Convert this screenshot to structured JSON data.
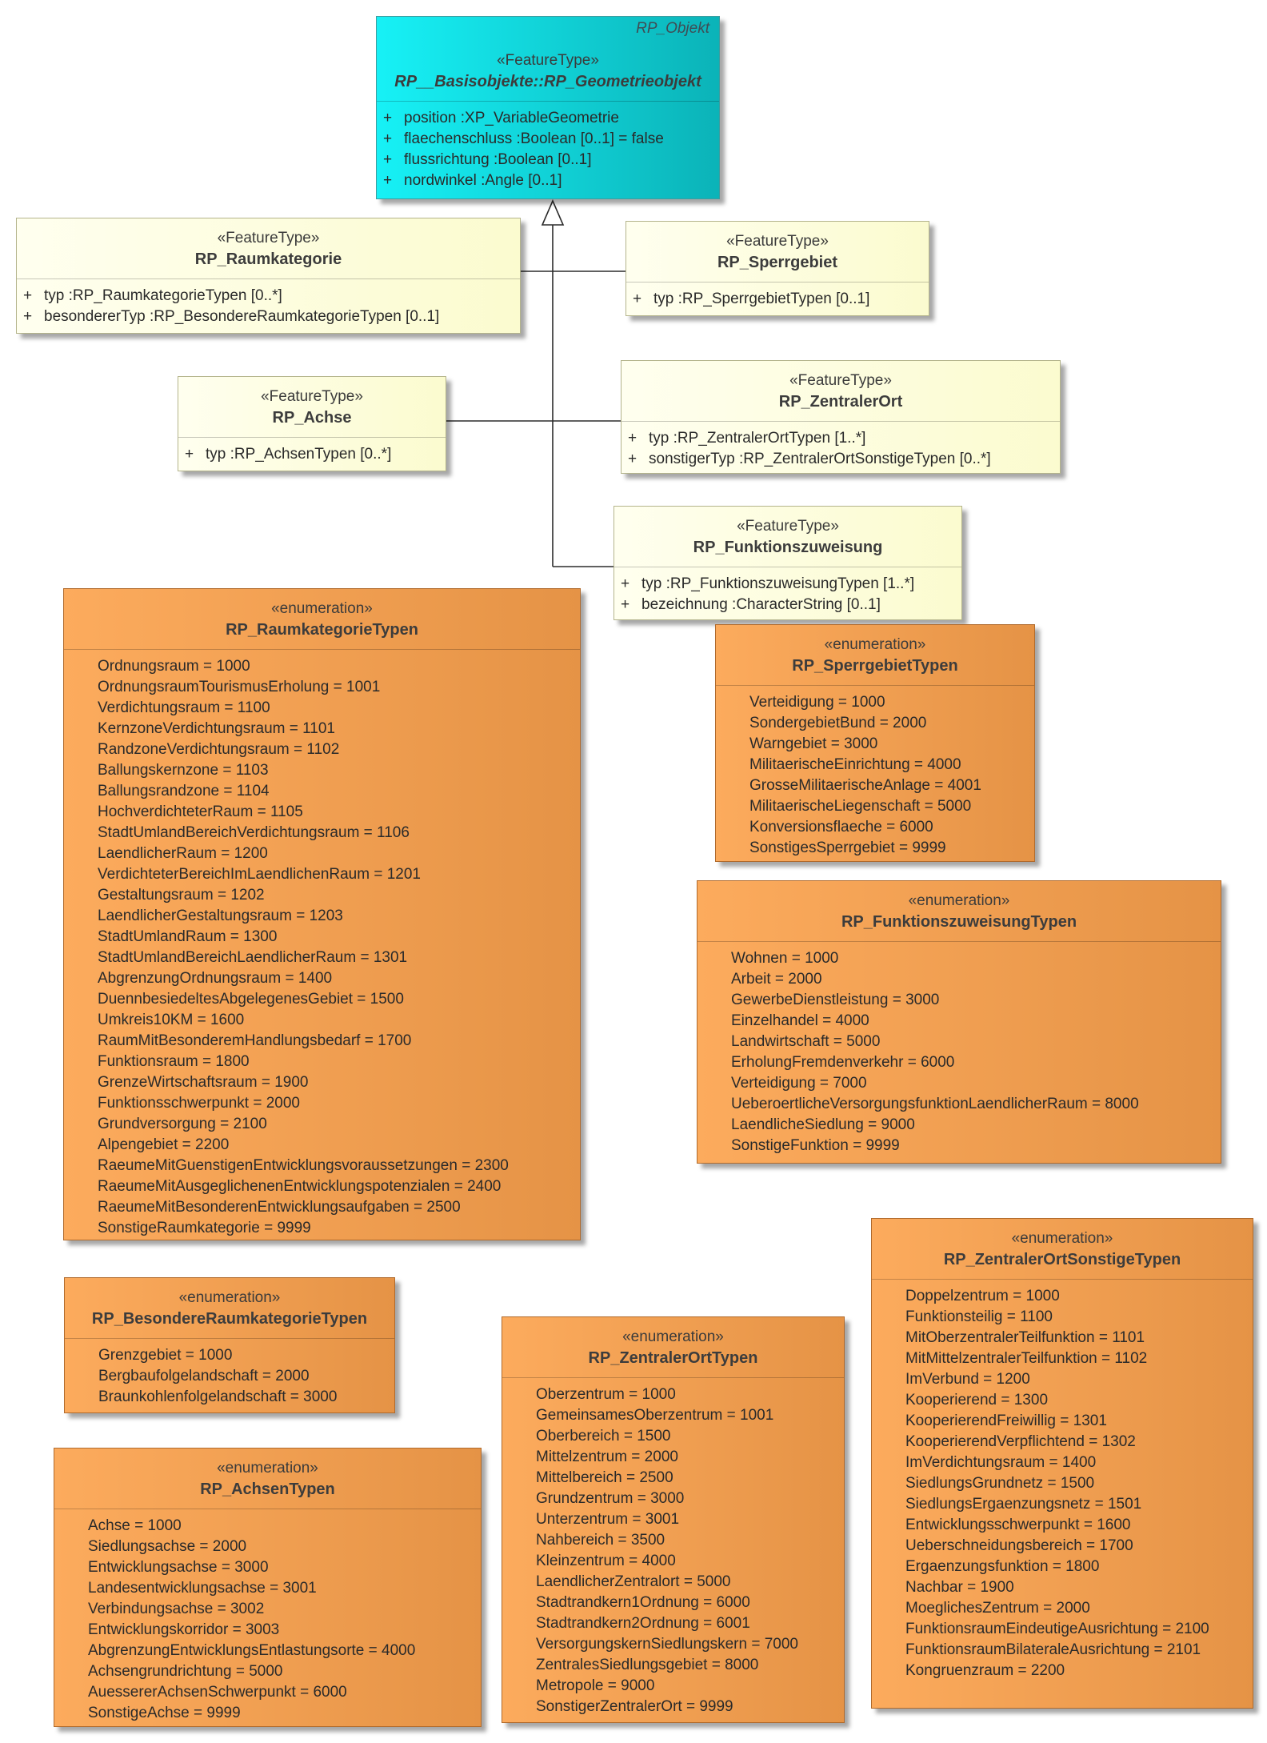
{
  "objekt": {
    "corner": "RP_Objekt",
    "stereotype": "«FeatureType»",
    "name": "RP__Basisobjekte::RP_Geometrieobjekt",
    "attributes": [
      {
        "vis": "+",
        "text": "position  :XP_VariableGeometrie"
      },
      {
        "vis": "+",
        "text": "flaechenschluss  :Boolean [0..1] = false"
      },
      {
        "vis": "+",
        "text": "flussrichtung  :Boolean [0..1]"
      },
      {
        "vis": "+",
        "text": "nordwinkel  :Angle [0..1]"
      }
    ]
  },
  "feature_types": [
    {
      "id": "raumkategorie",
      "stereotype": "«FeatureType»",
      "name": "RP_Raumkategorie",
      "attributes": [
        {
          "vis": "+",
          "text": "typ  :RP_RaumkategorieTypen [0..*]"
        },
        {
          "vis": "+",
          "text": "besondererTyp  :RP_BesondereRaumkategorieTypen [0..1]"
        }
      ]
    },
    {
      "id": "sperrgebiet",
      "stereotype": "«FeatureType»",
      "name": "RP_Sperrgebiet",
      "attributes": [
        {
          "vis": "+",
          "text": "typ  :RP_SperrgebietTypen [0..1]"
        }
      ]
    },
    {
      "id": "achse",
      "stereotype": "«FeatureType»",
      "name": "RP_Achse",
      "attributes": [
        {
          "vis": "+",
          "text": "typ  :RP_AchsenTypen [0..*]"
        }
      ]
    },
    {
      "id": "zentralerort",
      "stereotype": "«FeatureType»",
      "name": "RP_ZentralerOrt",
      "attributes": [
        {
          "vis": "+",
          "text": "typ  :RP_ZentralerOrtTypen [1..*]"
        },
        {
          "vis": "+",
          "text": "sonstigerTyp  :RP_ZentralerOrtSonstigeTypen [0..*]"
        }
      ]
    },
    {
      "id": "funktionszuweisung",
      "stereotype": "«FeatureType»",
      "name": "RP_Funktionszuweisung",
      "attributes": [
        {
          "vis": "+",
          "text": "typ  :RP_FunktionszuweisungTypen [1..*]"
        },
        {
          "vis": "+",
          "text": "bezeichnung  :CharacterString [0..1]"
        }
      ]
    }
  ],
  "enumerations": [
    {
      "id": "raumkategorietypen",
      "stereotype": "«enumeration»",
      "name": "RP_RaumkategorieTypen",
      "literals": [
        "Ordnungsraum = 1000",
        "OrdnungsraumTourismusErholung = 1001",
        "Verdichtungsraum = 1100",
        "KernzoneVerdichtungsraum = 1101",
        "RandzoneVerdichtungsraum = 1102",
        "Ballungskernzone = 1103",
        "Ballungsrandzone = 1104",
        "HochverdichteterRaum = 1105",
        "StadtUmlandBereichVerdichtungsraum = 1106",
        "LaendlicherRaum = 1200",
        "VerdichteterBereichImLaendlichenRaum = 1201",
        "Gestaltungsraum = 1202",
        "LaendlicherGestaltungsraum = 1203",
        "StadtUmlandRaum = 1300",
        "StadtUmlandBereichLaendlicherRaum = 1301",
        "AbgrenzungOrdnungsraum = 1400",
        "DuennbesiedeltesAbgelegenesGebiet = 1500",
        "Umkreis10KM = 1600",
        "RaumMitBesonderemHandlungsbedarf = 1700",
        "Funktionsraum = 1800",
        "GrenzeWirtschaftsraum = 1900",
        "Funktionsschwerpunkt = 2000",
        "Grundversorgung = 2100",
        "Alpengebiet = 2200",
        "RaeumeMitGuenstigenEntwicklungsvoraussetzungen = 2300",
        "RaeumeMitAusgeglichenenEntwicklungspotenzialen = 2400",
        "RaeumeMitBesonderenEntwicklungsaufgaben = 2500",
        "SonstigeRaumkategorie = 9999"
      ]
    },
    {
      "id": "sperrgebiettypen",
      "stereotype": "«enumeration»",
      "name": "RP_SperrgebietTypen",
      "literals": [
        "Verteidigung = 1000",
        "SondergebietBund = 2000",
        "Warngebiet = 3000",
        "MilitaerischeEinrichtung = 4000",
        "GrosseMilitaerischeAnlage = 4001",
        "MilitaerischeLiegenschaft = 5000",
        "Konversionsflaeche = 6000",
        "SonstigesSperrgebiet = 9999"
      ]
    },
    {
      "id": "funktionszuweisungtypen",
      "stereotype": "«enumeration»",
      "name": "RP_FunktionszuweisungTypen",
      "literals": [
        "Wohnen = 1000",
        "Arbeit = 2000",
        "GewerbeDienstleistung = 3000",
        "Einzelhandel = 4000",
        "Landwirtschaft = 5000",
        "ErholungFremdenverkehr = 6000",
        "Verteidigung = 7000",
        "UeberoertlicheVersorgungsfunktionLaendlicherRaum = 8000",
        "LaendlicheSiedlung = 9000",
        "SonstigeFunktion = 9999"
      ]
    },
    {
      "id": "besondereraumkategorietypen",
      "stereotype": "«enumeration»",
      "name": "RP_BesondereRaumkategorieTypen",
      "literals": [
        "Grenzgebiet = 1000",
        "Bergbaufolgelandschaft = 2000",
        "Braunkohlenfolgelandschaft = 3000"
      ]
    },
    {
      "id": "achsentypen",
      "stereotype": "«enumeration»",
      "name": "RP_AchsenTypen",
      "literals": [
        "Achse = 1000",
        "Siedlungsachse = 2000",
        "Entwicklungsachse = 3000",
        "Landesentwicklungsachse = 3001",
        "Verbindungsachse = 3002",
        "Entwicklungskorridor = 3003",
        "AbgrenzungEntwicklungsEntlastungsorte = 4000",
        "Achsengrundrichtung = 5000",
        "AuessererAchsenSchwerpunkt = 6000",
        "SonstigeAchse = 9999"
      ]
    },
    {
      "id": "zentralerorttypen",
      "stereotype": "«enumeration»",
      "name": "RP_ZentralerOrtTypen",
      "literals": [
        "Oberzentrum = 1000",
        "GemeinsamesOberzentrum = 1001",
        "Oberbereich = 1500",
        "Mittelzentrum = 2000",
        "Mittelbereich = 2500",
        "Grundzentrum = 3000",
        "Unterzentrum = 3001",
        "Nahbereich = 3500",
        "Kleinzentrum = 4000",
        "LaendlicherZentralort = 5000",
        "Stadtrandkern1Ordnung = 6000",
        "Stadtrandkern2Ordnung = 6001",
        "VersorgungskernSiedlungskern = 7000",
        "ZentralesSiedlungsgebiet = 8000",
        "Metropole = 9000",
        "SonstigerZentralerOrt = 9999"
      ]
    },
    {
      "id": "zentralerortsonstigetypen",
      "stereotype": "«enumeration»",
      "name": "RP_ZentralerOrtSonstigeTypen",
      "literals": [
        "Doppelzentrum = 1000",
        "Funktionsteilig = 1100",
        "MitOberzentralerTeilfunktion = 1101",
        "MitMittelzentralerTeilfunktion = 1102",
        "ImVerbund = 1200",
        "Kooperierend = 1300",
        "KooperierendFreiwillig = 1301",
        "KooperierendVerpflichtend = 1302",
        "ImVerdichtungsraum = 1400",
        "SiedlungsGrundnetz = 1500",
        "SiedlungsErgaenzungsnetz = 1501",
        "Entwicklungsschwerpunkt = 1600",
        "Ueberschneidungsbereich = 1700",
        "Ergaenzungsfunktion = 1800",
        "Nachbar = 1900",
        "MoeglichesZentrum = 2000",
        "FunktionsraumEindeutigeAusrichtung = 2100",
        "FunktionsraumBilateraleAusrichtung = 2101",
        "Kongruenzraum = 2200"
      ]
    }
  ]
}
